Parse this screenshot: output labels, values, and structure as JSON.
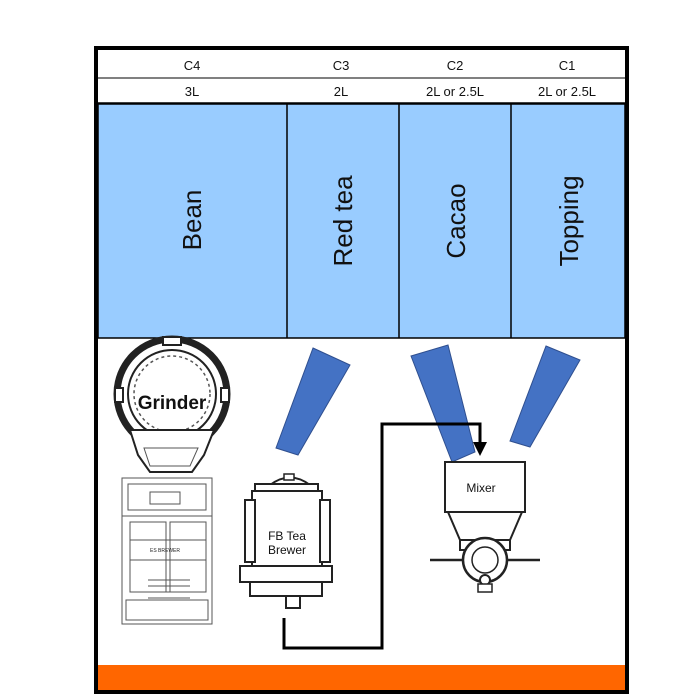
{
  "canisters": [
    {
      "code": "C4",
      "volume": "3L",
      "name": "Bean"
    },
    {
      "code": "C3",
      "volume": "2L",
      "name": "Red tea"
    },
    {
      "code": "C2",
      "volume": "2L or 2.5L",
      "name": "Cacao"
    },
    {
      "code": "C1",
      "volume": "2L or 2.5L",
      "name": "Topping"
    }
  ],
  "components": {
    "grinder": "Grinder",
    "es_brewer": "ES BREWER",
    "tea_brewer_line1": "FB Tea",
    "tea_brewer_line2": "Brewer",
    "mixer": "Mixer"
  },
  "colors": {
    "canister_fill": "#99ccff",
    "chute_fill": "#4472c4",
    "base_bar": "#ff6600",
    "frame": "#000000"
  }
}
